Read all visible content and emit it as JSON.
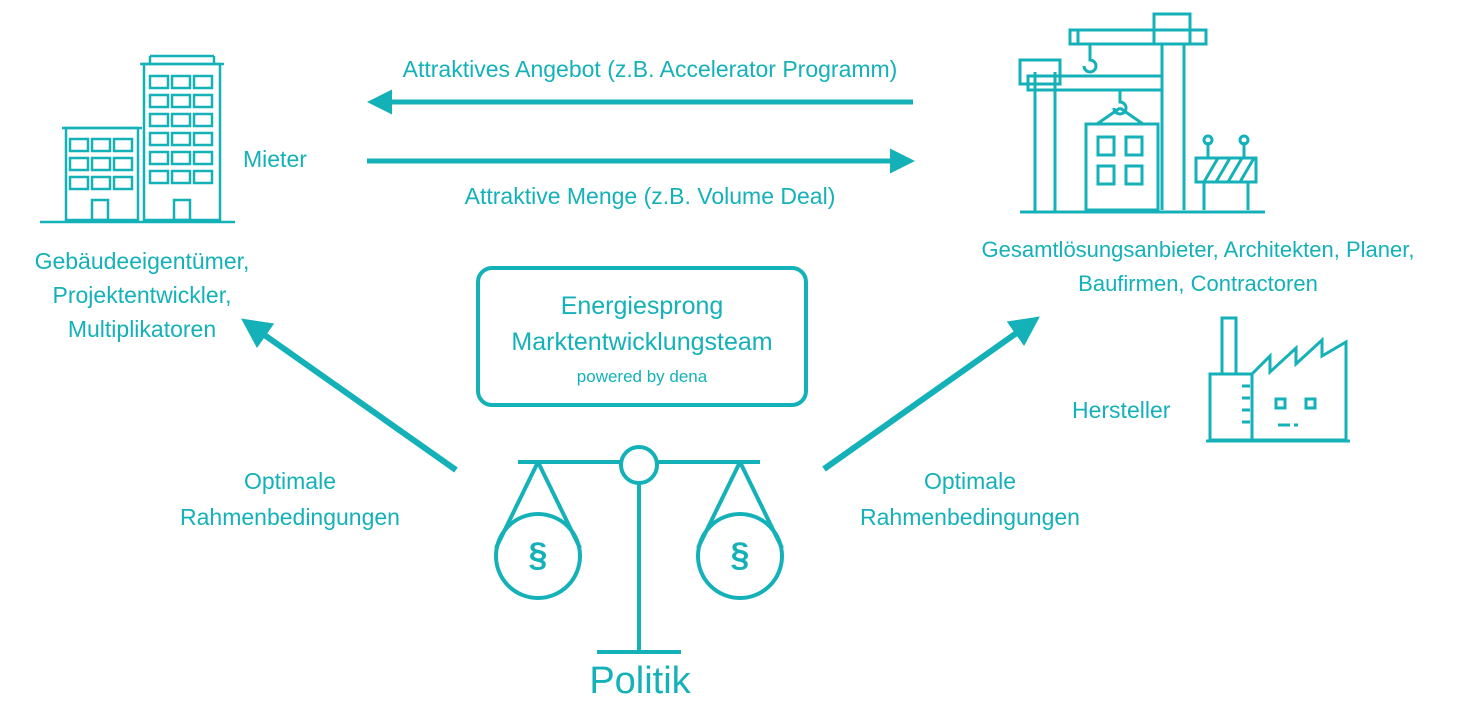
{
  "colors": {
    "accent": "#14b1b8"
  },
  "icons": {
    "left": "office-buildings-icon",
    "right": "construction-site-icon",
    "factory": "factory-icon",
    "center": "balance-scale-icon"
  },
  "top_arrows": {
    "upper_label": "Attraktives Angebot (z.B. Accelerator Programm)",
    "lower_label": "Attraktive Menge (z.B. Volume Deal)"
  },
  "left": {
    "tenant_label": "Mieter",
    "owners_lines": [
      "Gebäudeeigentümer,",
      "Projektentwickler,",
      "Multiplikatoren"
    ]
  },
  "right": {
    "providers_lines": [
      "Gesamtlösungsanbieter, Architekten, Planer,",
      "Baufirmen, Contractoren"
    ],
    "manufacturer_label": "Hersteller"
  },
  "center_box": {
    "line1": "Energiesprong",
    "line2": "Marktentwicklungsteam",
    "line3": "powered by dena"
  },
  "framework": {
    "left_lines": [
      "Optimale",
      "Rahmenbedingungen"
    ],
    "right_lines": [
      "Optimale",
      "Rahmenbedingungen"
    ]
  },
  "scale": {
    "symbol": "§"
  },
  "politics_label": "Politik"
}
